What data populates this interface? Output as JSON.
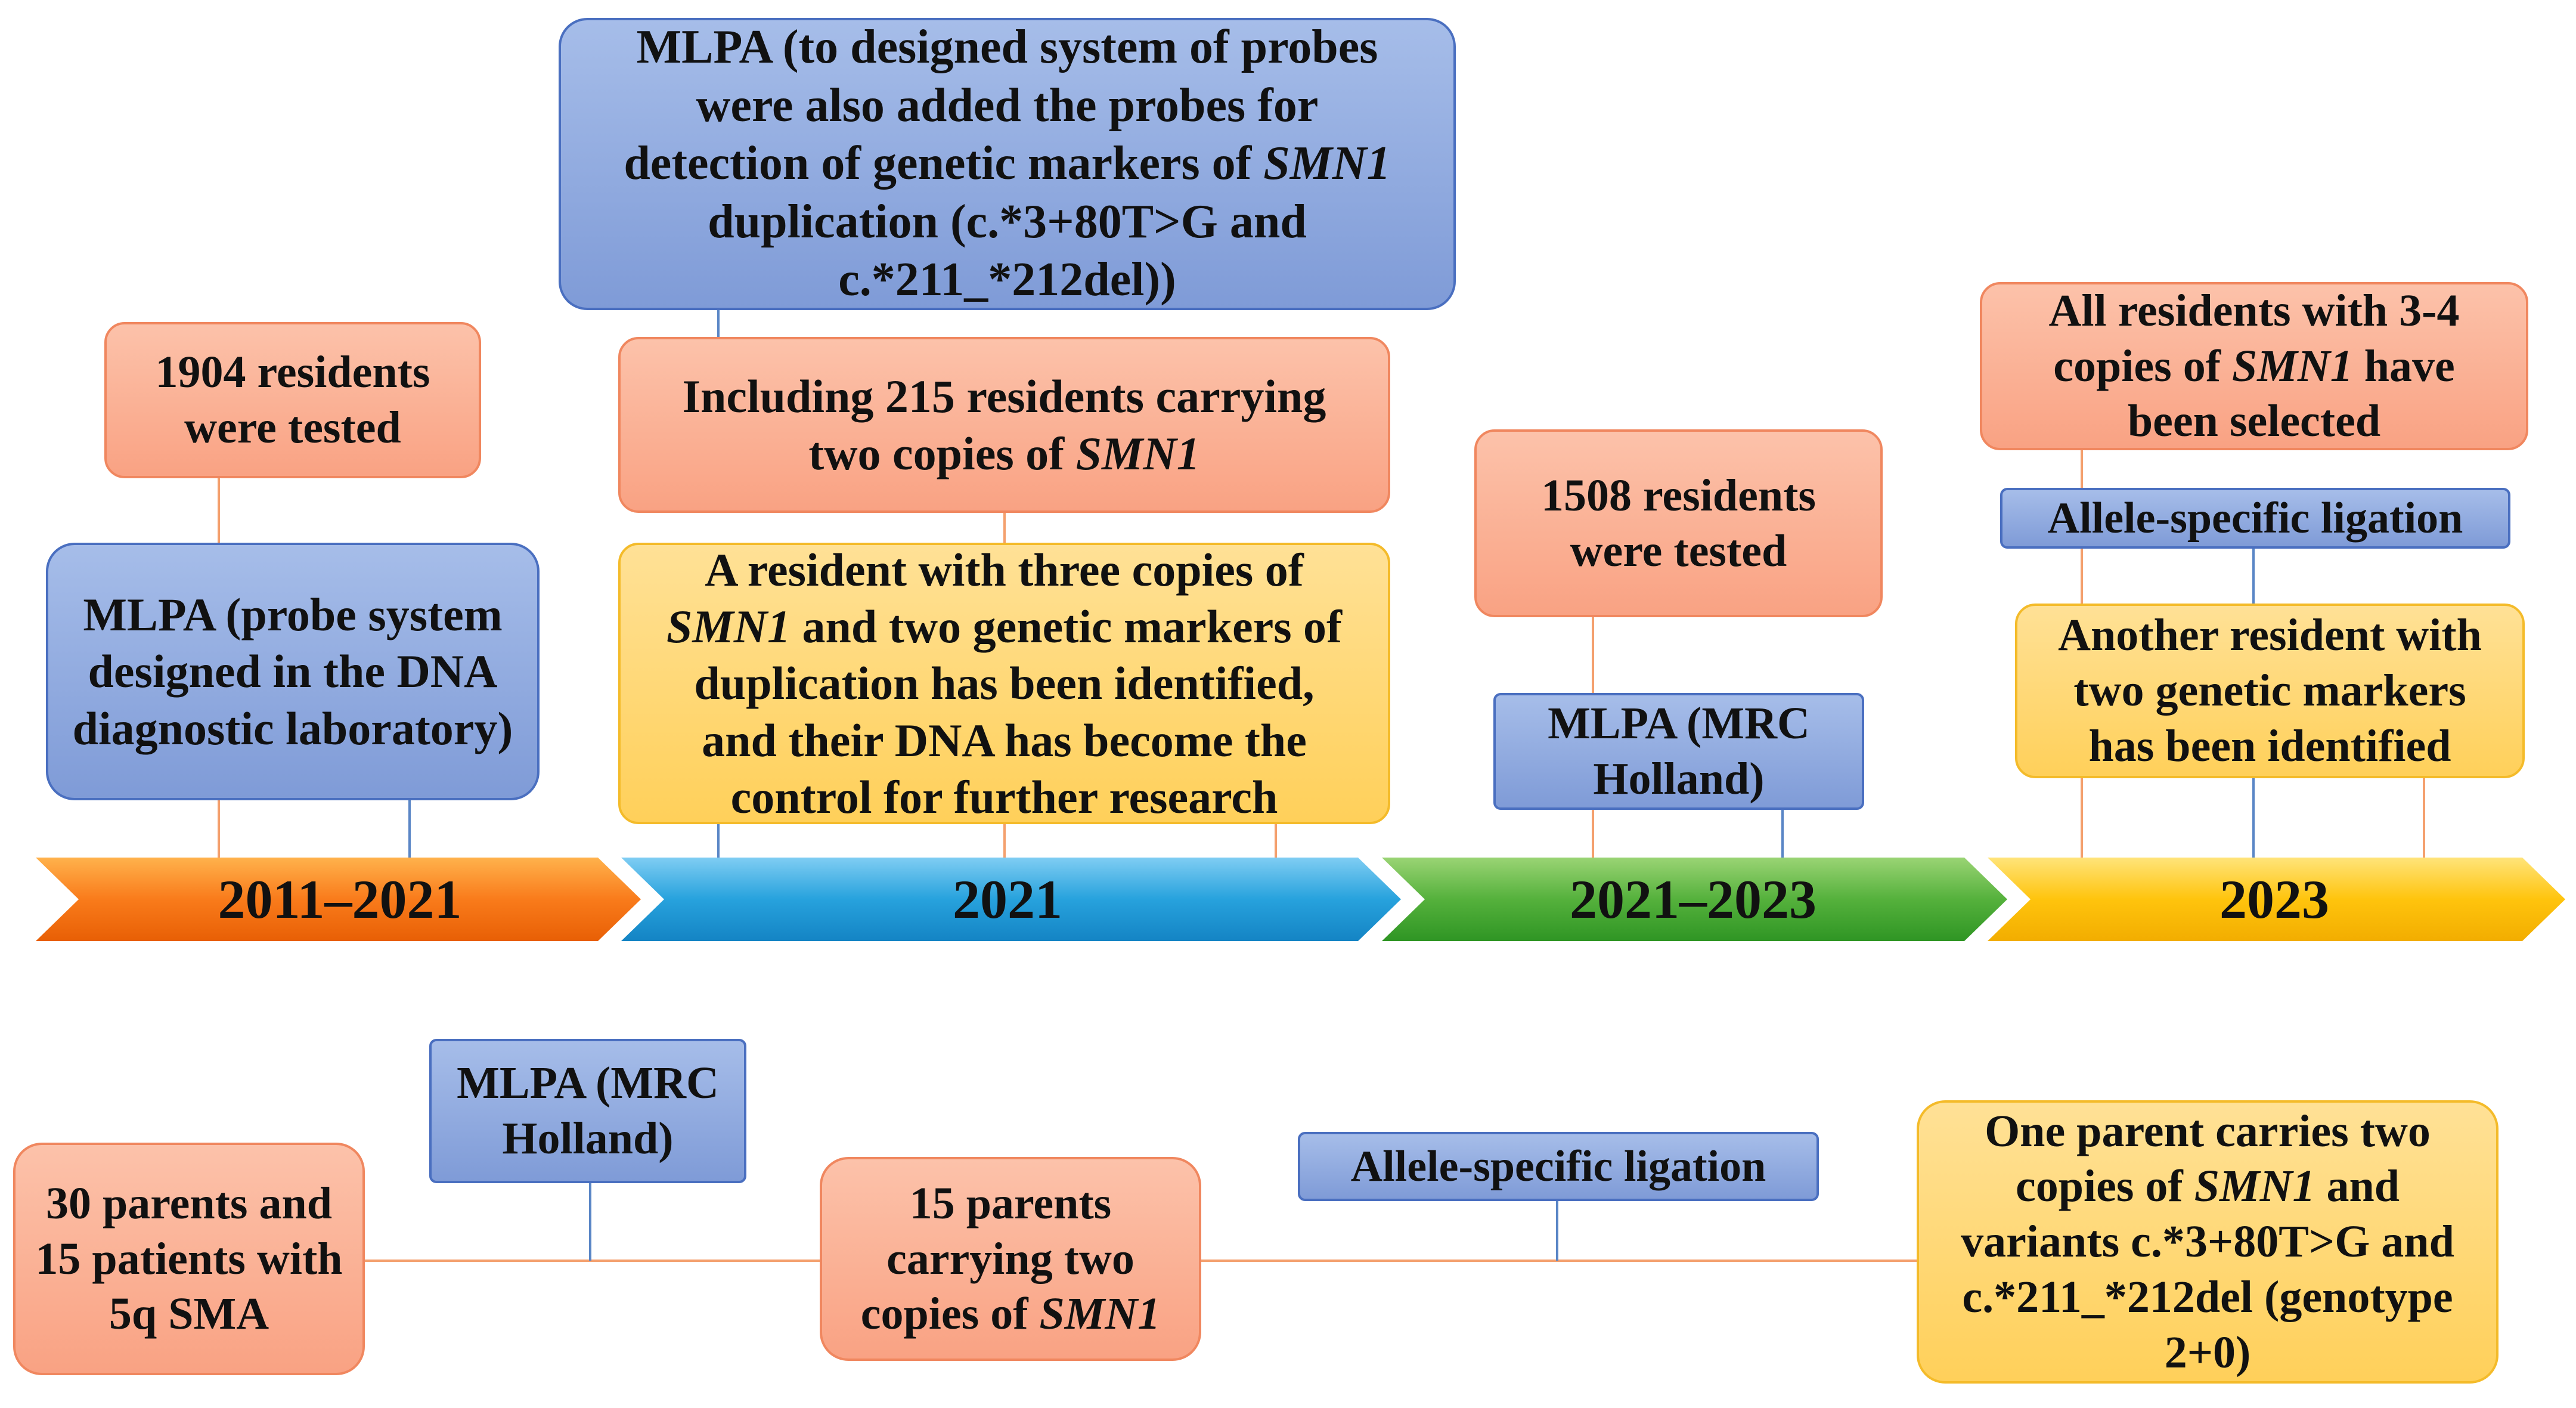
{
  "timeline": {
    "periods": [
      {
        "label": "2011–2021"
      },
      {
        "label": "2021"
      },
      {
        "label": "2021–2023"
      },
      {
        "label": "2023"
      }
    ]
  },
  "colors": {
    "period_2011_2021": "#f97b1b",
    "period_2021": "#27a2dd",
    "period_2021_2023": "#55b13c",
    "period_2023": "#ffc40d",
    "method_box": "#8fa9e0",
    "result_box": "#fbb193",
    "finding_box": "#ffd977",
    "connector_orange": "#f4a06e",
    "connector_blue": "#5a86c6"
  },
  "top": {
    "p1_result": "1904 residents were tested",
    "p1_method": "MLPA (probe system designed in the DNA diagnostic laboratory)",
    "p2_method": {
      "t1": "MLPA (to designed system of probes were also added the probes for detection of genetic markers of ",
      "gene": "SMN1",
      "t2": " duplication (c.*3+80T>G and c.*211_*212del))"
    },
    "p2_result": {
      "t1": "Including 215 residents carrying two copies of ",
      "gene": "SMN1"
    },
    "p2_finding": {
      "t1": "A resident with three copies of ",
      "gene": "SMN1",
      "t2": " and two genetic markers of duplication has been identified, and their DNA has become the control for further research"
    },
    "p3_result": "1508 residents were tested",
    "p3_method": "MLPA (MRC Holland)",
    "p4_result": {
      "t1": "All residents with 3-4 copies of ",
      "gene": "SMN1",
      "t2": " have been selected"
    },
    "p4_method": "Allele-specific ligation",
    "p4_finding": "Another resident with two genetic markers has been identified"
  },
  "bottom": {
    "start": "30 parents and 15 patients with 5q SMA",
    "method1": "MLPA (MRC Holland)",
    "mid": {
      "t1": "15 parents carrying two copies of ",
      "gene": "SMN1"
    },
    "method2": "Allele-specific ligation",
    "end": {
      "t1": "One parent carries two copies of ",
      "gene": "SMN1",
      "t2": " and variants c.*3+80T>G and c.*211_*212del (genotype 2+0)"
    }
  }
}
